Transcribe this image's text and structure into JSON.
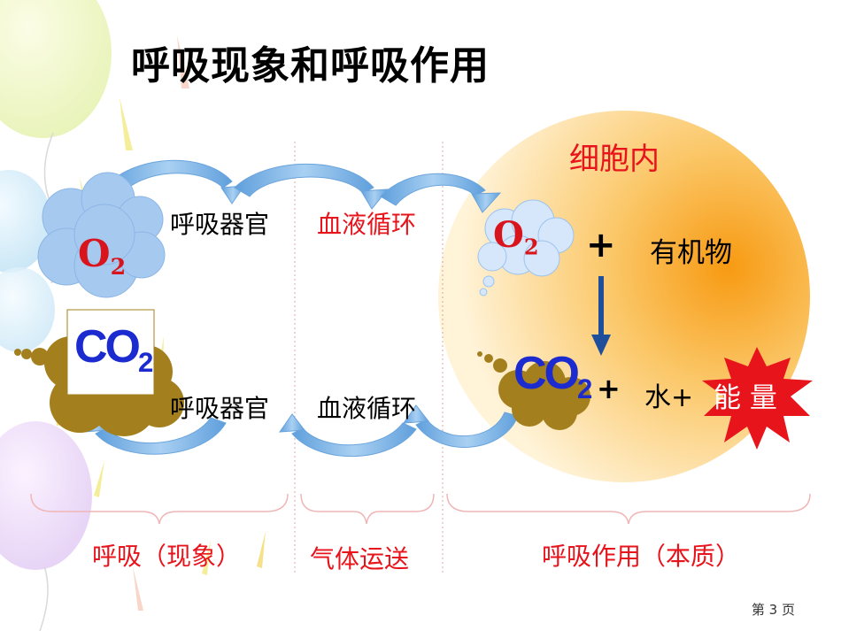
{
  "slide": {
    "title": "呼吸现象和呼吸作用",
    "cell_label": "细胞内",
    "top_row": {
      "organ": "呼吸器官",
      "circulation": "血液循环"
    },
    "bottom_row": {
      "organ": "呼吸器官",
      "circulation": "血液循环"
    },
    "gases": {
      "o2_main": "O",
      "o2_main_sub": "2",
      "co2_main": "CO",
      "co2_main_sub": "2",
      "o2_cell": "O",
      "o2_cell_sub": "2",
      "co2_cell": "CO",
      "co2_cell_sub": "2"
    },
    "equation": {
      "plus": "+",
      "organic": "有机物",
      "plus2": "+",
      "water": "水+",
      "energy": "能 量"
    },
    "sections": {
      "left": "呼吸（现象）",
      "middle": "气体运送",
      "right": "呼吸作用（本质）"
    },
    "page_number": "第 3 页"
  },
  "colors": {
    "title": "#000000",
    "accent_red": "#e8141c",
    "co2_blue": "#1b2bd0",
    "cell_orange": "#f7a21f",
    "arrow_blue": "#7fb6e6",
    "cloud_brown": "#a07c1c",
    "cloud_blue": "#9cc3ee"
  }
}
